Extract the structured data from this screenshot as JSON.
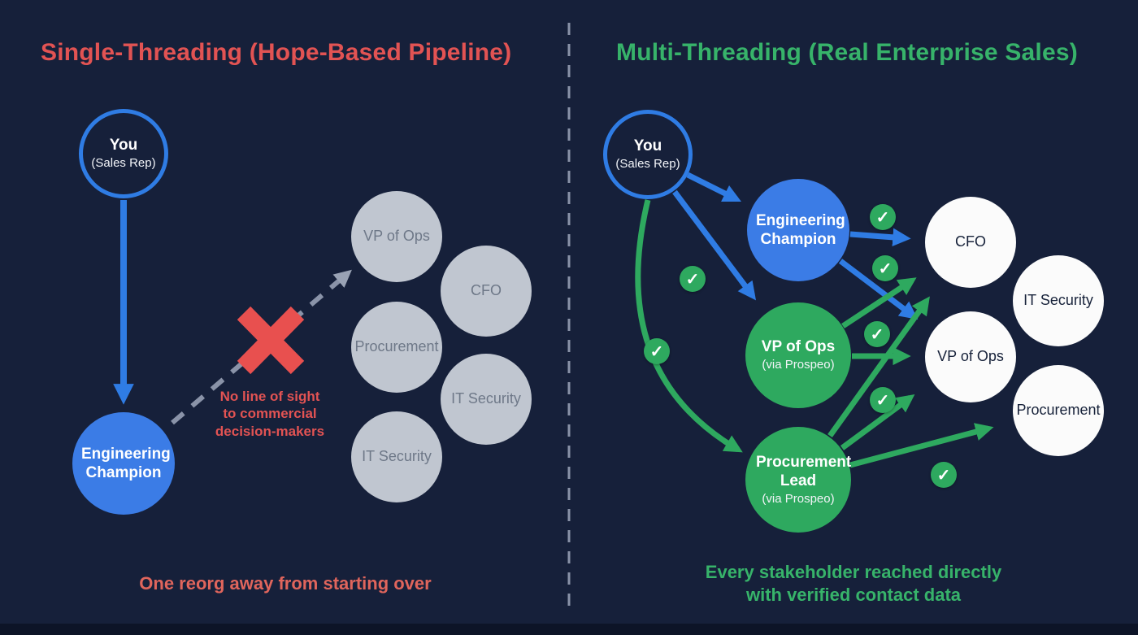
{
  "left_panel": {
    "title": "Single-Threading (Hope-Based Pipeline)",
    "you": {
      "label": "You",
      "sublabel": "(Sales Rep)"
    },
    "engineering_champion": "Engineering Champion",
    "blocked_note": [
      "No line of sight",
      "to commercial",
      "decision-makers"
    ],
    "stakeholders": [
      "VP of Ops",
      "CFO",
      "Procurement",
      "IT Security",
      "IT Security"
    ],
    "caption": "One reorg away from starting over"
  },
  "right_panel": {
    "title": "Multi-Threading (Real Enterprise Sales)",
    "you": {
      "label": "You",
      "sublabel": "(Sales Rep)"
    },
    "engineering_champion": "Engineering Champion",
    "vp_of_ops": {
      "label": "VP of Ops",
      "sublabel": "(via Prospeo)"
    },
    "procurement_lead": {
      "label": "Procurement Lead",
      "sublabel": "(via Prospeo)"
    },
    "stakeholders": [
      "CFO",
      "IT Security",
      "VP of Ops",
      "Procurement"
    ],
    "caption": [
      "Every stakeholder reached directly",
      "with verified contact data"
    ]
  },
  "icons": {
    "check": "✓"
  },
  "colors": {
    "background": "#16203a",
    "red_accent": "#e25353",
    "red_x": "#e8504f",
    "green_fill": "#2ea95f",
    "green_text": "#37b36a",
    "blue": "#2f7ce4",
    "blue_fill": "#3b7ce6",
    "gray_node": "#c0c6d0",
    "white_node": "#fbfbfb",
    "divider": "#8a93a8"
  }
}
